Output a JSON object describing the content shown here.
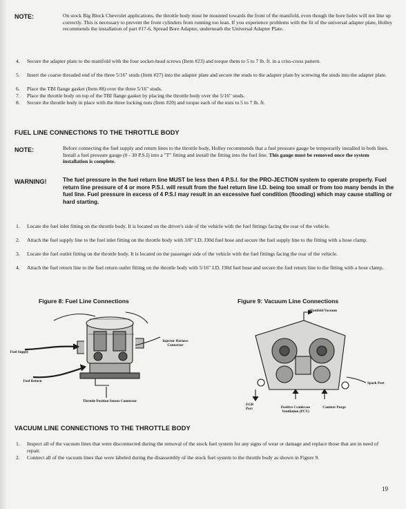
{
  "note1": {
    "label": "NOTE:",
    "text": "On stock Big Block Chevrolet applications, the throttle body must be mounted towards the front of the manifold, even though the bore holes will not line up correctly. This is necessary to prevent the front cylinders from running too lean. If you experience problems with the fit of the universal adapter plate, Holley recommends the installation of part #17-6, Spread Bore Adapter, underneath the Universal Adapter Plate."
  },
  "steps_a": [
    {
      "num": "4.",
      "text": "Secure the adapter plate to the manifold with the four socket-head screws (Item #23) and torque them to 5 to 7 lb. ft. in a criss-cross pattern."
    },
    {
      "num": "5.",
      "text": "Insert the coarse threaded end of the three 5/16\" studs (Item #27) into the adapter plate and secure the studs to the adapter plate by screwing the studs into the adapter plate."
    },
    {
      "num": "6.",
      "text": "Place the TBI flange gasket (Item #8) over the three 5/16\" studs."
    },
    {
      "num": "7.",
      "text": "Place the throttle body on top of the TBI flange gasket by placing the throttle body over the 5/16\" studs."
    },
    {
      "num": "8.",
      "text": "Secure the throttle body in place with the three locking nuts (Item #20) and torque each of the nuts to 5 to 7 lb. ft."
    }
  ],
  "section1": {
    "heading": "FUEL LINE CONNECTIONS TO THE THROTTLE BODY"
  },
  "note2": {
    "label": "NOTE:",
    "text": "Before connecting the fuel supply and return lines to the throttle body, Holley recommends that a fuel pressure gauge be temporarily installed in both lines. Install a fuel pressure gauge (0 - 30 P.S.I) into a \"T\" fitting and install the fitting into the fuel line.",
    "bold_text": "This gauge must be removed once the system installation is complete."
  },
  "warning": {
    "label": "WARNING!",
    "text": "The fuel pressure in the fuel return line MUST be less then 4 P.S.I. for the PRO-JECTION system to operate properly. Fuel return line pressure of 4 or more P.S.I. will result from the fuel return line I.D. being too small or from too many bends in the fuel line. Fuel pressure in excess of 4 P.S.I may result in an excessive fuel condition (flooding) which may cause stalling or hard starting."
  },
  "steps_b": [
    {
      "num": "1.",
      "text": "Locate the fuel inlet fitting on the throttle body. It is located on the driver's side of the vehicle with the fuel fittings facing the rear of the vehicle."
    },
    {
      "num": "2.",
      "text": "Attach the fuel supply line to the fuel inlet fitting on the throttle body with 3/8\" I.D. J30d fuel hose and secure the fuel supply line to the fitting with a hose clamp."
    },
    {
      "num": "3.",
      "text": "Locate the fuel outlet fitting on the throttle body. It is located on the passenger side of the vehicle with the fuel fittings facing the rear of the vehicle."
    },
    {
      "num": "4.",
      "text": "Attach the fuel return line to the fuel return outlet fitting on the throttle body with 5/16\" I.D. J30d fuel hose and secure the fuel return line to the fitting with a hose clamp."
    }
  ],
  "figure8": {
    "title": "Figure 8:  Fuel Line Connections",
    "labels": {
      "fuel_supply": "Fuel Supply",
      "injector_harness": "Injector Harness Connector",
      "fuel_return": "Fuel Return",
      "tps": "Throttle Position Sensor Connector"
    }
  },
  "figure9": {
    "title": "Figure 9:  Vacuum Line Connections",
    "labels": {
      "manifold_vacuum": "Manifold Vacuum",
      "spark_port": "Spark Port",
      "egr_port": "EGR Port",
      "positive_crankcase": "Positive Crankcase Ventilation (PCV)",
      "canister_purge": "Canister Purge"
    }
  },
  "section2": {
    "heading": "VACUUM LINE CONNECTIONS TO THE THROTTLE BODY"
  },
  "steps_c": [
    {
      "num": "1.",
      "text": "Inspect all of the vacuum lines that were disconnected during the removal of the stock fuel system for any signs of wear or damage and replace those that are in need of repair."
    },
    {
      "num": "2.",
      "text": "Connect all of the vacuum lines that were labeled during the disassembly of the stock fuel system to the throttle body as shown in Figure 9."
    }
  ],
  "page_number": "19"
}
